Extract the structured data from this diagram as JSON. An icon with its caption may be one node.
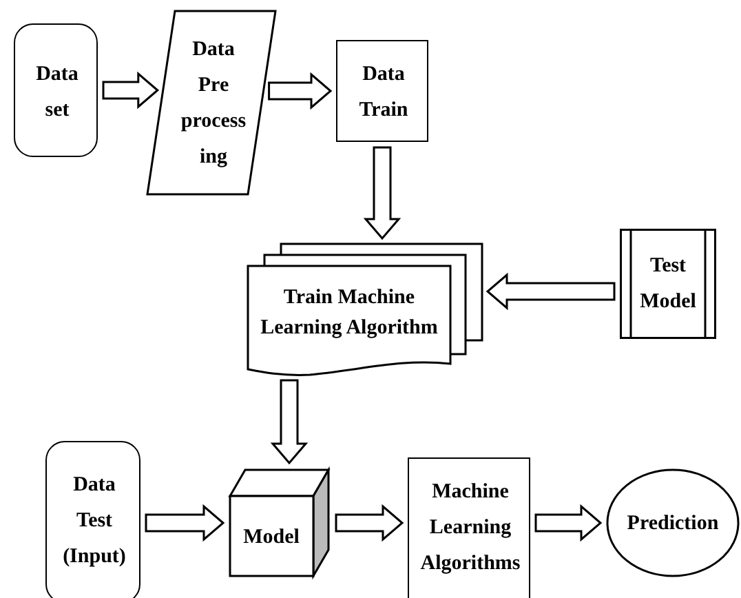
{
  "diagram": {
    "nodes": [
      {
        "text": [
          "Data set"
        ]
      },
      {
        "text": [
          "Data Pre process ing"
        ]
      },
      {
        "text": [
          "Data Train"
        ]
      },
      {
        "text": [
          "Train Machine Learning Algorithm"
        ]
      },
      {
        "text": [
          "Test Model"
        ]
      },
      {
        "text": [
          "Data Test (Input)"
        ]
      },
      {
        "text": [
          "Model"
        ]
      },
      {
        "text": [
          "Machine Learning Algorithms"
        ]
      },
      {
        "text": [
          "Prediction"
        ]
      }
    ],
    "edges": [
      {
        "from": 0,
        "to": 1,
        "arrow": "to"
      },
      {
        "from": 1,
        "to": 2,
        "arrow": "to"
      },
      {
        "from": 2,
        "to": 3,
        "arrow": "to"
      },
      {
        "from": 4,
        "to": 3,
        "arrow": "to"
      },
      {
        "from": 3,
        "to": 6,
        "arrow": "to"
      },
      {
        "from": 5,
        "to": 6,
        "arrow": "to"
      },
      {
        "from": 6,
        "to": 7,
        "arrow": "to"
      },
      {
        "from": 7,
        "to": 8,
        "arrow": "to"
      }
    ]
  }
}
